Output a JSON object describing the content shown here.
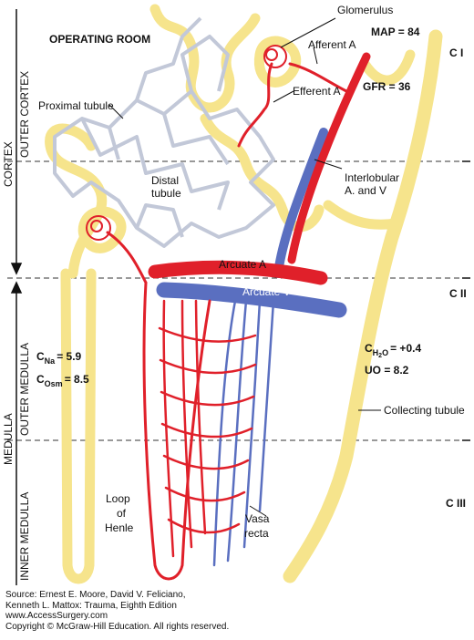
{
  "title": "OPERATING ROOM",
  "readouts": {
    "map": "MAP = 84",
    "gfr": "GFR = 36",
    "c_na_main": "C",
    "c_na_sub": "Na",
    "c_na_value": "= 5.9",
    "c_osm_main": "C",
    "c_osm_sub": "Osm",
    "c_osm_value": "= 8.5",
    "c_h2o_main": "C",
    "c_h2o_sub": "H",
    "c_h2o_sub2": "2",
    "c_h2o_sub3": "O",
    "c_h2o_value": "= +0.4",
    "uo": "UO = 8.2"
  },
  "zones": {
    "c1": "C I",
    "c2": "C II",
    "c3": "C III",
    "cortex": "CORTEX",
    "outer_cortex": "OUTER CORTEX",
    "medulla": "MEDULLA",
    "outer_medulla": "OUTER MEDULLA",
    "inner_medulla": "INNER MEDULLA"
  },
  "structures": {
    "glomerulus": "Glomerulus",
    "afferent": "Afferent A",
    "efferent": "Efferent A",
    "proximal_tubule": "Proximal tubule",
    "distal_tubule_1": "Distal",
    "distal_tubule_2": "tubule",
    "interlobular_1": "Interlobular",
    "interlobular_2": "A. and V",
    "arcuate_a": "Arcuate A",
    "arcuate_v": "Arcuate V",
    "collecting_tubule": "Collecting tubule",
    "loop_1": "Loop",
    "loop_2": "of",
    "loop_3": "Henle",
    "vasa_1": "Vasa",
    "vasa_2": "recta"
  },
  "credit": {
    "line1": "Source: Ernest E. Moore, David V. Feliciano,",
    "line2": "Kenneth L. Mattox: Trauma, Eighth Edition",
    "line3": "www.AccessSurgery.com",
    "line4": "Copyright © McGraw-Hill Education. All rights reserved."
  },
  "colors": {
    "tubule_yellow": "#f6e48c",
    "artery_red": "#e0202a",
    "vein_blue": "#5a6fc0",
    "capillary_gray": "#c2c8d8"
  }
}
